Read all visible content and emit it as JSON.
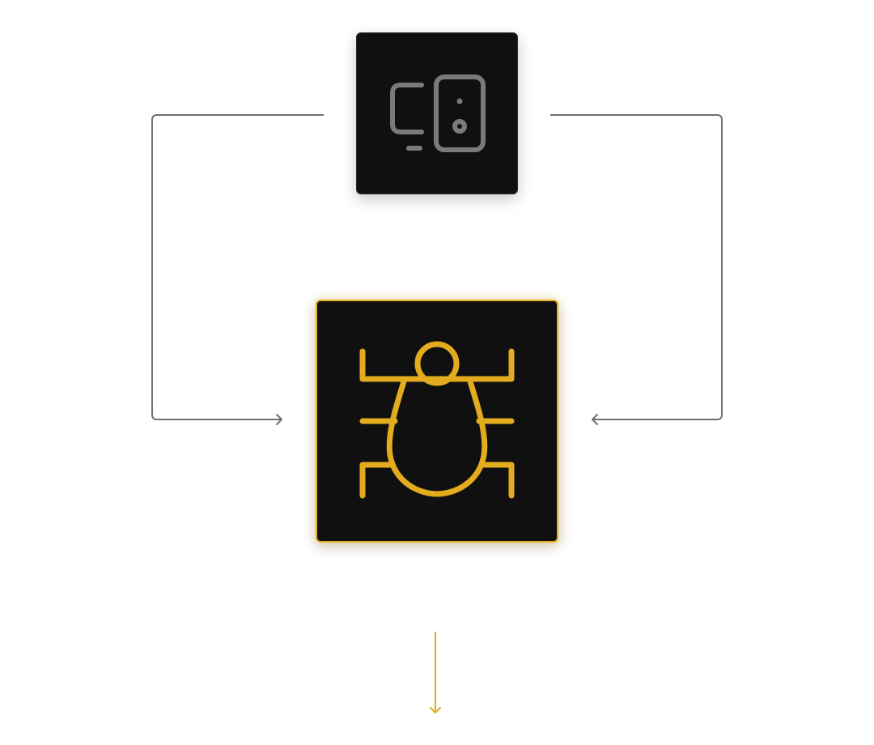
{
  "colors": {
    "connector": "#6f6f6f",
    "accent": "#e3ac1e",
    "node_fill": "#101010",
    "source_icon": "#7a7a7a",
    "background": "#ffffff"
  },
  "nodes": {
    "source": {
      "icon": "devices-icon"
    },
    "target": {
      "icon": "bug-icon"
    }
  },
  "edges": [
    {
      "from": "source",
      "to": "target",
      "side": "left"
    },
    {
      "from": "source",
      "to": "target",
      "side": "right"
    },
    {
      "from": "target",
      "to": "output",
      "side": "bottom"
    }
  ]
}
